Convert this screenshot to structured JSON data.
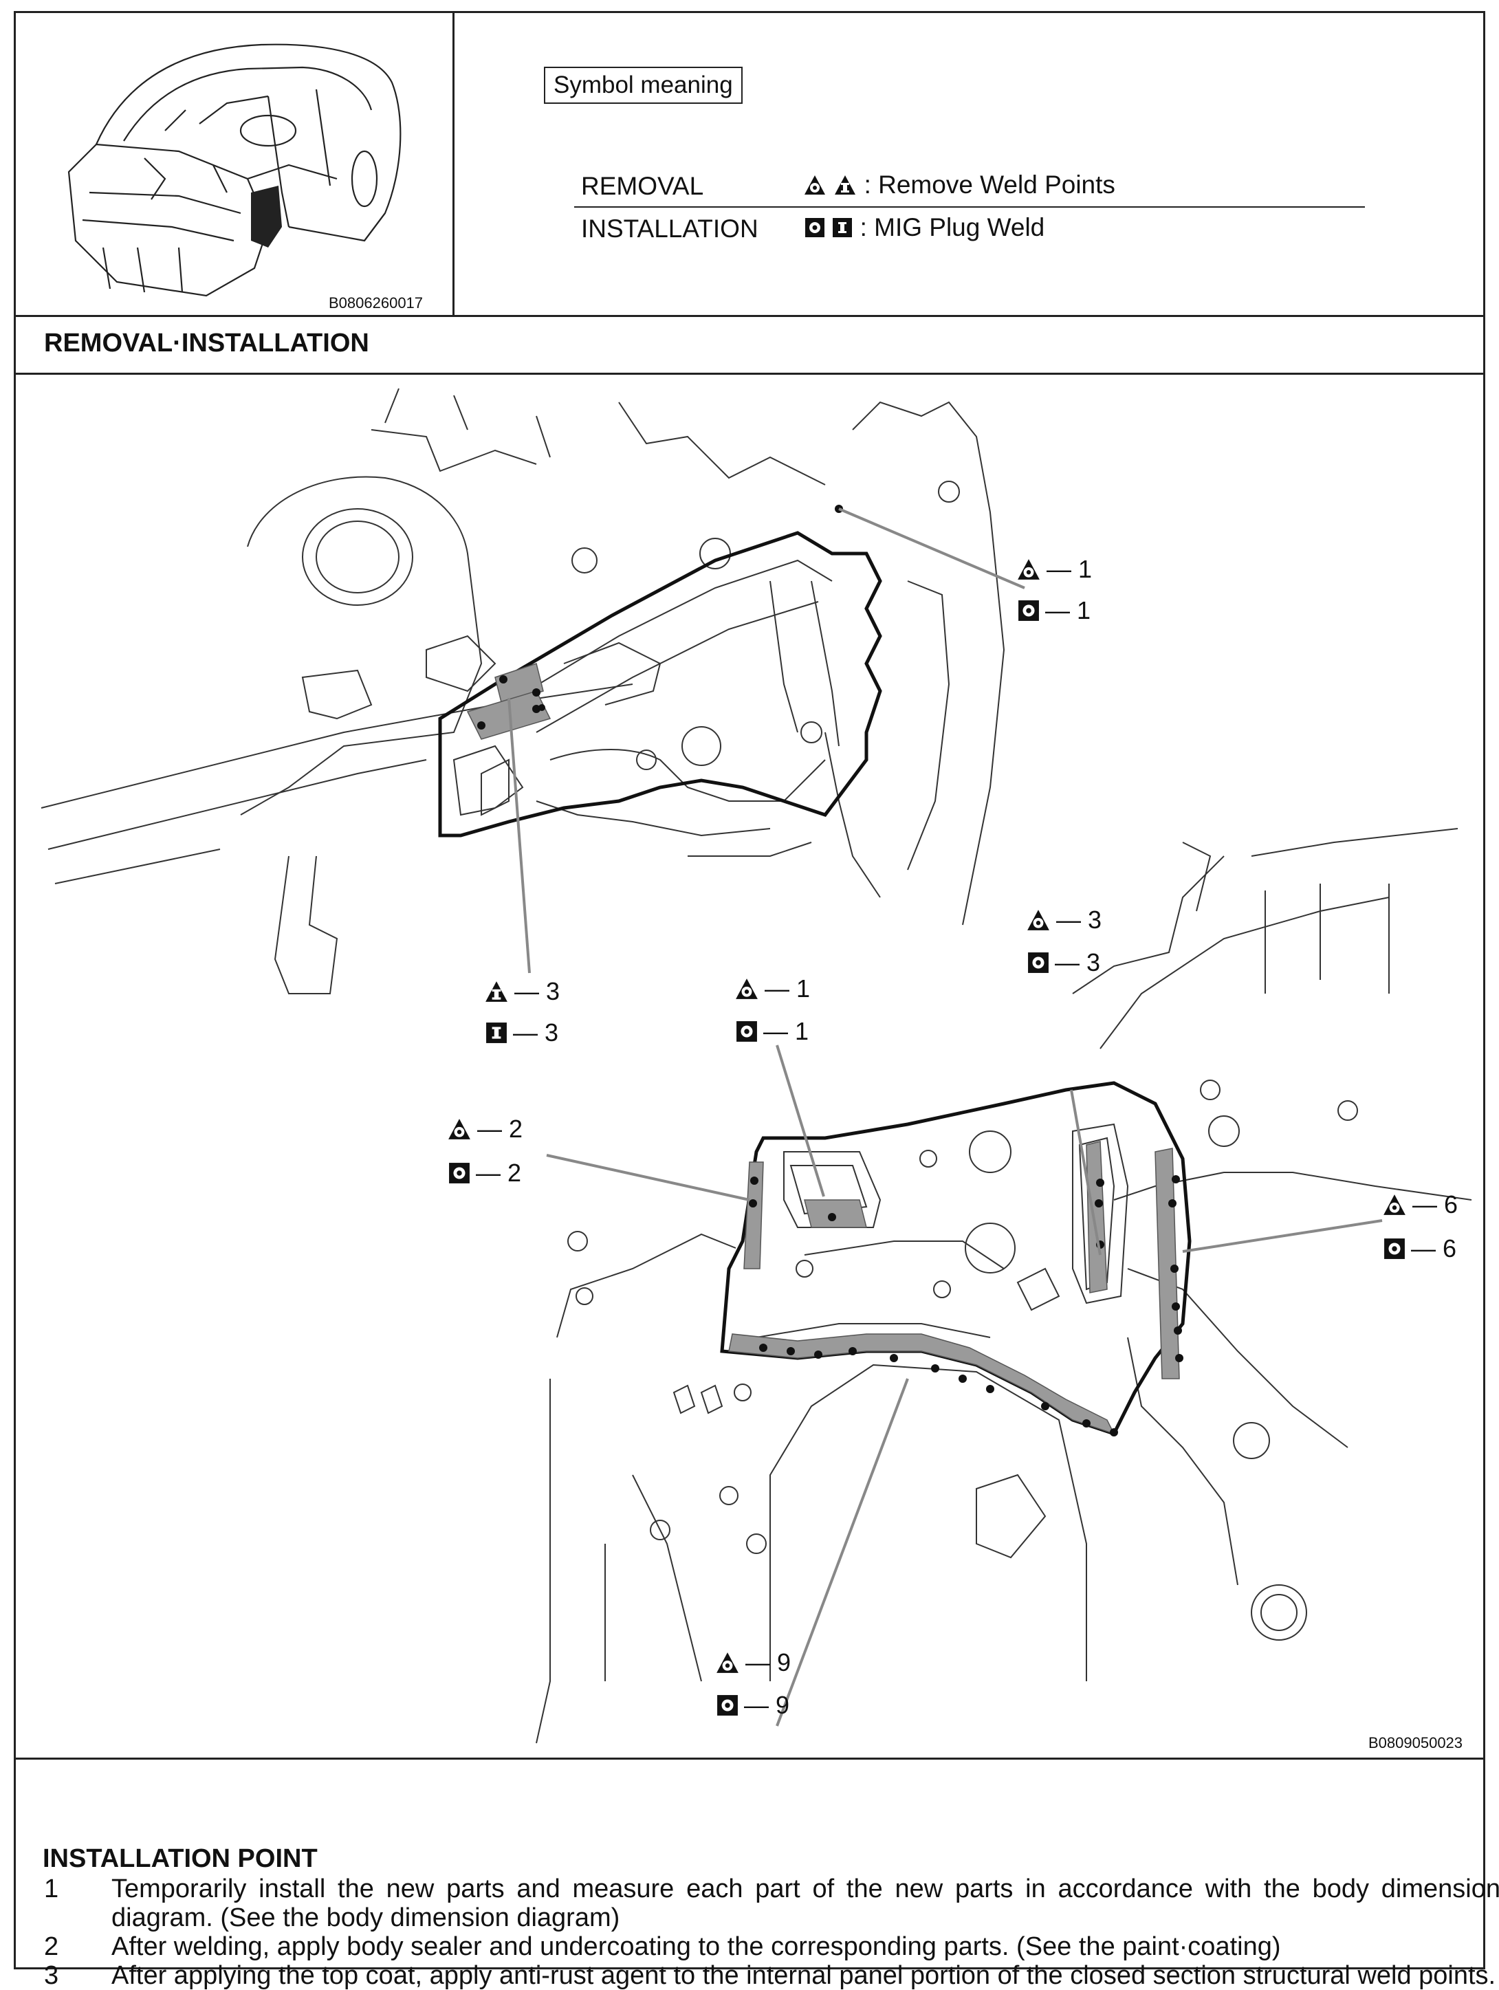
{
  "header": {
    "thumb_code": "B0806260017",
    "symbol_box": "Symbol meaning",
    "legend": [
      {
        "label": "REMOVAL",
        "meaning": ": Remove Weld Points",
        "icons": [
          "spot-weld-removal-icon",
          "plug-weld-removal-icon"
        ]
      },
      {
        "label": "INSTALLATION",
        "meaning": ": MIG Plug Weld",
        "icons": [
          "spot-mig-weld-icon",
          "plug-mig-weld-icon"
        ]
      }
    ]
  },
  "section": {
    "title": "REMOVAL·INSTALLATION"
  },
  "diagram": {
    "code": "B0809050023",
    "callouts": [
      {
        "id": "c1",
        "removal": "— 1",
        "install": "— 1"
      },
      {
        "id": "c3a",
        "removal": "— 3",
        "install": "— 3"
      },
      {
        "id": "c1b",
        "removal": "— 1",
        "install": "— 1"
      },
      {
        "id": "c3b",
        "removal": "— 3",
        "install": "— 3"
      },
      {
        "id": "c2",
        "removal": "— 2",
        "install": "— 2"
      },
      {
        "id": "c6",
        "removal": "— 6",
        "install": "— 6"
      },
      {
        "id": "c9",
        "removal": "— 9",
        "install": "— 9"
      }
    ]
  },
  "installation_point": {
    "title": "INSTALLATION POINT",
    "notes": [
      {
        "num": "1",
        "text": "Temporarily install the new parts and measure each part of the new parts in accordance with the body dimension diagram. (See the body dimension diagram)"
      },
      {
        "num": "2",
        "text": "After welding, apply body sealer and undercoating to the corresponding parts. (See the paint·coating)"
      },
      {
        "num": "3",
        "text": "After applying the top coat, apply anti-rust agent to the internal panel portion of the closed section structural weld points."
      }
    ]
  },
  "colors": {
    "line": "#222222",
    "panel_fill": "#9a9a9a",
    "weld_line": "#9a9a9a"
  }
}
